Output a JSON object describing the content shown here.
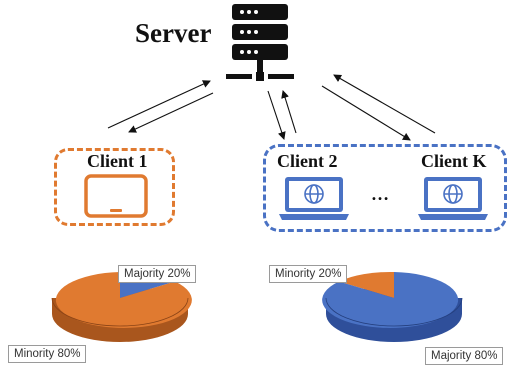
{
  "server": {
    "label": "Server",
    "icon": "server-rack-icon"
  },
  "clients": [
    {
      "label": "Client 1",
      "device": "tablet-icon",
      "color": "#e07a30"
    },
    {
      "label": "Client 2",
      "device": "laptop-globe-icon",
      "color": "#4a72c4"
    },
    {
      "label": "Client K",
      "device": "laptop-globe-icon",
      "color": "#4a72c4"
    }
  ],
  "ellipsis": "…",
  "pies": [
    {
      "labels": {
        "majority": "Majority 20%",
        "minority": "Minority 80%"
      },
      "slices": [
        {
          "name": "Majority",
          "value": 20,
          "color": "#4a72c4"
        },
        {
          "name": "Minority",
          "value": 80,
          "color": "#e07a30"
        }
      ]
    },
    {
      "labels": {
        "minority": "Minority 20%",
        "majority": "Majority 80%"
      },
      "slices": [
        {
          "name": "Minority",
          "value": 20,
          "color": "#e07a30"
        },
        {
          "name": "Majority",
          "value": 80,
          "color": "#4a72c4"
        }
      ]
    }
  ]
}
